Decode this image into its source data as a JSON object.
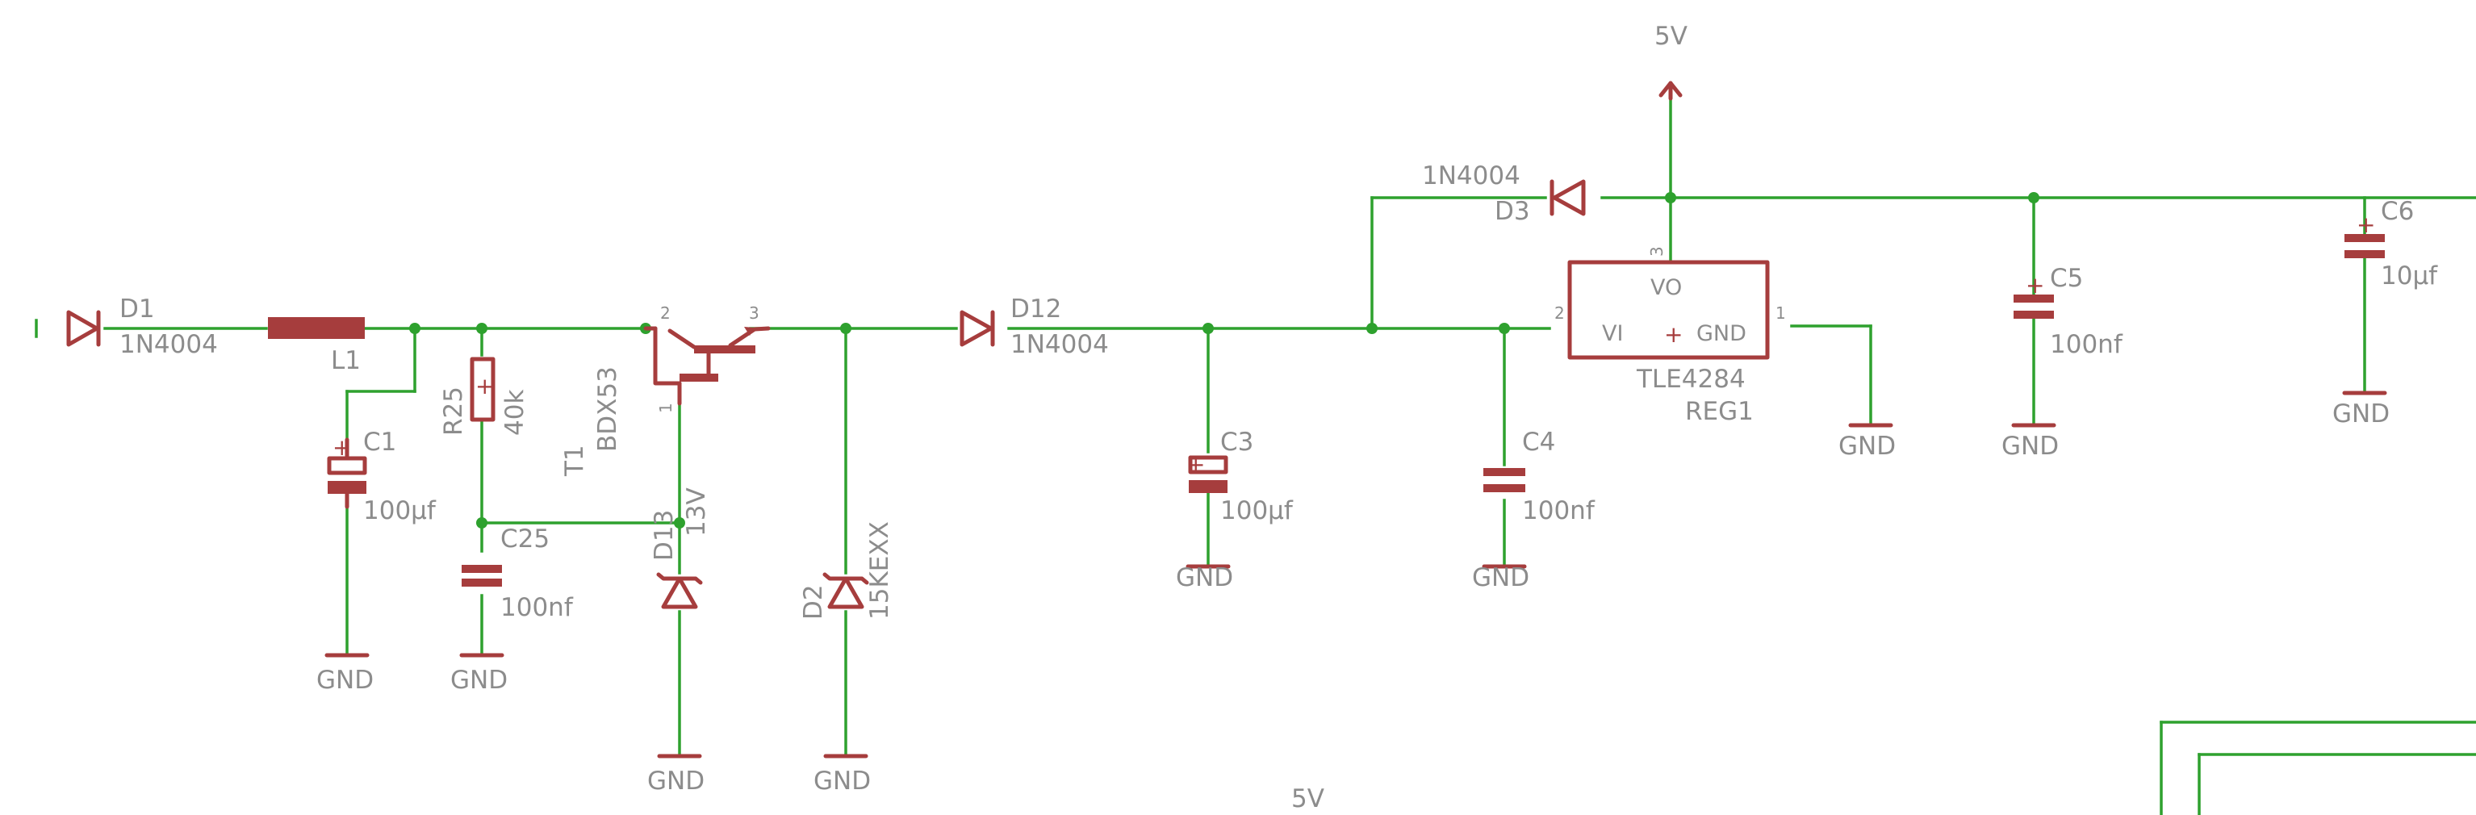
{
  "schematic": {
    "components": {
      "D1": {
        "name": "D1",
        "value": "1N4004"
      },
      "L1": {
        "name": "L1"
      },
      "C1": {
        "name": "C1",
        "value": "100µf"
      },
      "R25": {
        "name": "R25",
        "value": "40k"
      },
      "C25": {
        "name": "C25",
        "value": "100nf"
      },
      "T1": {
        "name": "T1",
        "value": "BDX53"
      },
      "D13": {
        "name": "D13",
        "value": "13V"
      },
      "D2": {
        "name": "D2",
        "value": "15KEXX"
      },
      "D12": {
        "name": "D12",
        "value": "1N4004"
      },
      "C3": {
        "name": "C3",
        "value": "100µf"
      },
      "C4": {
        "name": "C4",
        "value": "100nf"
      },
      "REG1": {
        "name": "REG1",
        "value": "TLE4284",
        "pin_vo": "VO",
        "pin_vi": "VI",
        "pin_gnd": "GND"
      },
      "D3": {
        "name": "D3",
        "value": "1N4004"
      },
      "C5": {
        "name": "C5",
        "value": "100nf"
      },
      "C6": {
        "name": "C6",
        "value": "10µf"
      }
    },
    "pin_numbers": {
      "one": "1",
      "two": "2",
      "three": "3"
    },
    "supply_label": "5V",
    "ground_label": "GND",
    "colors": {
      "wire": "#2ea12e",
      "symbol": "#a63d3d",
      "text": "#8c8c8c",
      "background": "#ffffff"
    }
  }
}
